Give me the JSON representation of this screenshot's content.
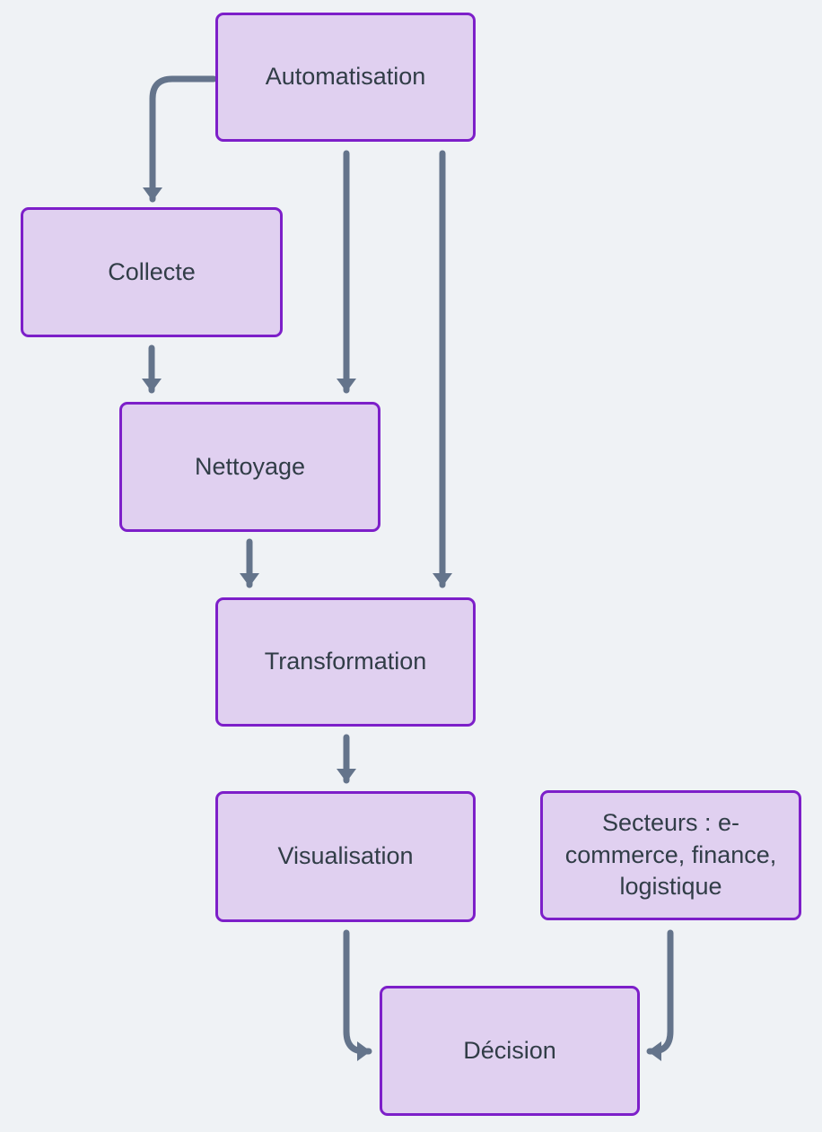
{
  "diagram": {
    "type": "flowchart",
    "direction": "top-down",
    "colors": {
      "background": "#eff2f5",
      "node_fill": "#e0d0f0",
      "node_border": "#7d1fc9",
      "node_text": "#313d47",
      "arrow": "#64748b"
    },
    "nodes": [
      {
        "id": "automatisation",
        "label": "Automatisation"
      },
      {
        "id": "collecte",
        "label": "Collecte"
      },
      {
        "id": "nettoyage",
        "label": "Nettoyage"
      },
      {
        "id": "transformation",
        "label": "Transformation"
      },
      {
        "id": "visualisation",
        "label": "Visualisation"
      },
      {
        "id": "secteurs",
        "label": "Secteurs : e-commerce, finance, logistique"
      },
      {
        "id": "decision",
        "label": "Décision"
      }
    ],
    "edges": [
      {
        "from": "automatisation",
        "to": "collecte"
      },
      {
        "from": "automatisation",
        "to": "nettoyage"
      },
      {
        "from": "automatisation",
        "to": "transformation"
      },
      {
        "from": "collecte",
        "to": "nettoyage"
      },
      {
        "from": "nettoyage",
        "to": "transformation"
      },
      {
        "from": "transformation",
        "to": "visualisation"
      },
      {
        "from": "visualisation",
        "to": "decision"
      },
      {
        "from": "secteurs",
        "to": "decision"
      }
    ]
  }
}
